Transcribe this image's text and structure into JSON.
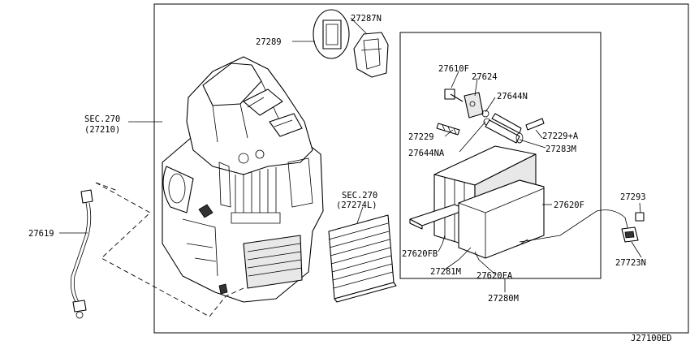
{
  "labels": {
    "p27289": "27289",
    "p27287n": "27287N",
    "p27610f": "27610F",
    "p27624": "27624",
    "p27644n": "27644N",
    "p27229": "27229",
    "p27229a": "27229+A",
    "p27644na": "27644NA",
    "p27283m": "27283M",
    "sec270a": "SEC.270",
    "sec270a_ref": "(27210)",
    "sec270b": "SEC.270",
    "sec270b_ref": "(27274L)",
    "p27619": "27619",
    "p27620f": "27620F",
    "p27293": "27293",
    "p27620fb": "27620FB",
    "p27281m": "27281M",
    "p27620fa": "27620FA",
    "p27723n": "27723N",
    "p27280m": "27280M",
    "diagram_code": "J27100ED"
  }
}
